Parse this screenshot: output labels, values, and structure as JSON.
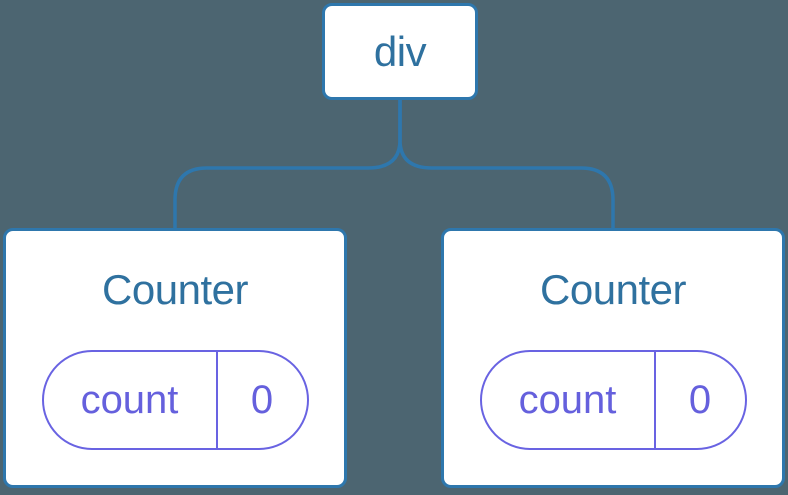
{
  "diagram": {
    "type": "component-tree",
    "root": {
      "label": "div"
    },
    "children": [
      {
        "label": "Counter",
        "state": {
          "key": "count",
          "value": "0"
        }
      },
      {
        "label": "Counter",
        "state": {
          "key": "count",
          "value": "0"
        }
      }
    ]
  },
  "colors": {
    "canvas_bg": "#4C6571",
    "connector": "#2E77AD",
    "node_border": "#2E77AD",
    "node_bg": "#FFFFFF",
    "node_text": "#2F719F",
    "state_accent": "#6963E2",
    "state_text": "#6560DD"
  }
}
